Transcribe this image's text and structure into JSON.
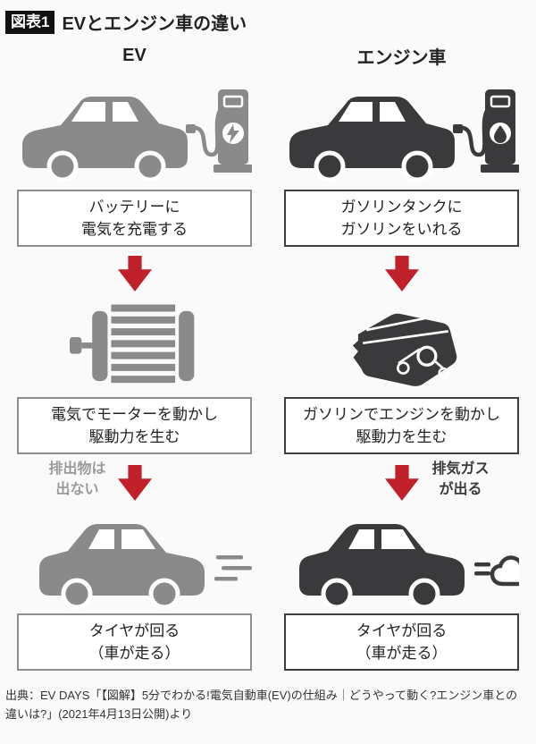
{
  "header": {
    "badge": "図表1",
    "title": "EVとエンジン車の違い"
  },
  "columns": [
    {
      "id": "ev",
      "title": "EV",
      "step1": "バッテリーに\n電気を充電する",
      "step2": "電気でモーターを動かし\n駆動力を生む",
      "step3": "タイヤが回る\n（車が走る）",
      "note": "排出物は\n出ない",
      "icons": [
        "car-charging-icon",
        "charging-station-icon",
        "lightning-icon",
        "electric-motor-icon",
        "moving-car-icon",
        "motion-lines-icon"
      ]
    },
    {
      "id": "engine",
      "title": "エンジン車",
      "step1": "ガソリンタンクに\nガソリンをいれる",
      "step2": "ガソリンでエンジンを動かし\n駆動力を生む",
      "step3": "タイヤが回る\n（車が走る）",
      "note": "排気ガス\nが出る",
      "icons": [
        "car-refueling-icon",
        "gas-pump-icon",
        "fuel-drop-icon",
        "engine-block-icon",
        "moving-car-icon",
        "exhaust-smoke-icon"
      ]
    }
  ],
  "arrows": {
    "direction": "down",
    "icon": "down-arrow-icon"
  },
  "source": "出典：EV DAYS「【図解】5分でわかる!電気自動車(EV)の仕組み｜どうやって動く?エンジン車との違いは?」(2021年4月13日公開)より",
  "colors": {
    "background": "#fafafa",
    "badge_bg": "#111111",
    "badge_text": "#ffffff",
    "text_dark": "#222222",
    "ev_gray": "#8a8a8a",
    "ev_box_border": "#8e8e8e",
    "engine_dark": "#3a3a3c",
    "engine_box_border": "#3f3f3f",
    "arrow_red": "#c0202a",
    "note_gray": "#9a9a9a",
    "note_dark": "#3a3a3c",
    "source_text": "#333333"
  }
}
